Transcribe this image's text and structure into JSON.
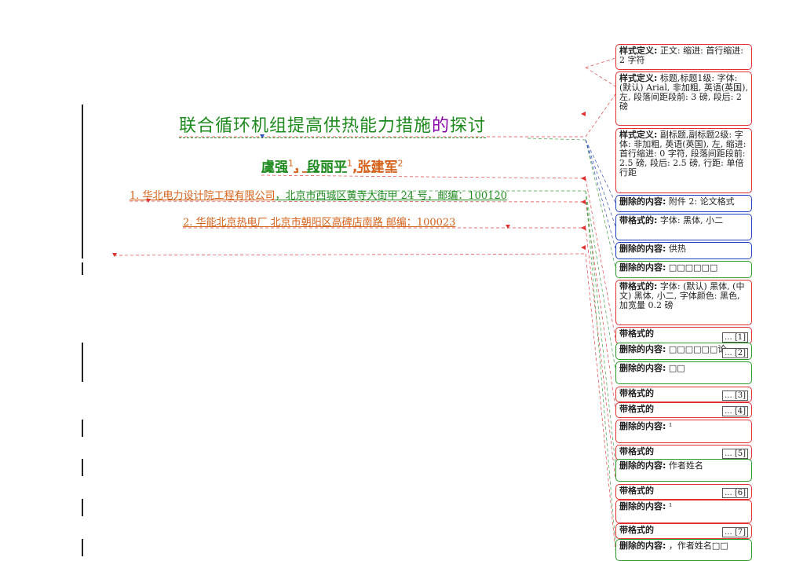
{
  "document": {
    "title_main": "联合循环机组提高供热能力措施",
    "title_purple": "的",
    "title_tail": "探讨",
    "author1": "虞强",
    "sup1": "1",
    "sep1": "，",
    "author2": "段丽平",
    "sup2": "1",
    "sep2": ",",
    "author3": "张建军",
    "sup3": "2",
    "aff1_part1": "1. 华北电力设计院工程有限公司",
    "aff1_part2": "，北京市西城区黄寺大街甲 24 号，",
    "aff1_part3": "邮编：100120",
    "aff2": "2. 华能北京热电厂 北京市朝阳区高碑店南路  邮编：100023"
  },
  "comments": [
    {
      "label": "样式定义:",
      "text": "正文: 缩进: 首行缩进: 2 字符",
      "color": "#e03030"
    },
    {
      "label": "样式定义:",
      "text": "标题,标题1级: 字体: (默认) Arial, 非加粗, 英语(英国), 左, 段落间距段前: 3 磅, 段后: 2 磅",
      "color": "#e03030"
    },
    {
      "label": "样式定义:",
      "text": "副标题,副标题2级: 字体: 非加粗, 英语(英国), 左, 缩进: 首行缩进: 0 字符, 段落间距段前: 2.5 磅, 段后: 2.5 磅, 行距: 单倍行距",
      "color": "#e03030"
    },
    {
      "label": "删除的内容:",
      "text": "附件 2: 论文格式",
      "color": "#2040c0"
    },
    {
      "label": "带格式的:",
      "text": "字体: 黑体, 小二",
      "color": "#2040c0"
    },
    {
      "label": "删除的内容:",
      "text": "供热",
      "color": "#2040c0"
    },
    {
      "label": "删除的内容:",
      "text": "□□□□□□",
      "color": "#2a9a2a"
    },
    {
      "label": "带格式的:",
      "text": "字体: (默认) 黑体, (中文) 黑体, 小二, 字体颜色: 黑色, 加宽量 0.2 磅",
      "color": "#e03030"
    },
    {
      "label": "带格式的",
      "text": "",
      "more": "... [1]",
      "color": "#e03030"
    },
    {
      "label": "删除的内容:",
      "text": "□□□□□□论",
      "more": "... [2]",
      "color": "#2a9a2a"
    },
    {
      "label": "删除的内容:",
      "text": "□□",
      "color": "#2a9a2a"
    },
    {
      "label": "带格式的",
      "text": "",
      "more": "... [3]",
      "color": "#e03030"
    },
    {
      "label": "带格式的",
      "text": "",
      "more": "... [4]",
      "color": "#e03030"
    },
    {
      "label": "删除的内容:",
      "text": "¹",
      "color": "#e03030"
    },
    {
      "label": "带格式的",
      "text": "",
      "more": "... [5]",
      "color": "#e03030"
    },
    {
      "label": "删除的内容:",
      "text": "作者姓名",
      "color": "#2a9a2a"
    },
    {
      "label": "带格式的",
      "text": "",
      "more": "... [6]",
      "color": "#e03030"
    },
    {
      "label": "删除的内容:",
      "text": "¹",
      "color": "#e03030"
    },
    {
      "label": "带格式的",
      "text": "",
      "more": "... [7]",
      "color": "#e03030"
    },
    {
      "label": "删除的内容:",
      "text": "，作者姓名□□",
      "color": "#2a9a2a"
    }
  ]
}
